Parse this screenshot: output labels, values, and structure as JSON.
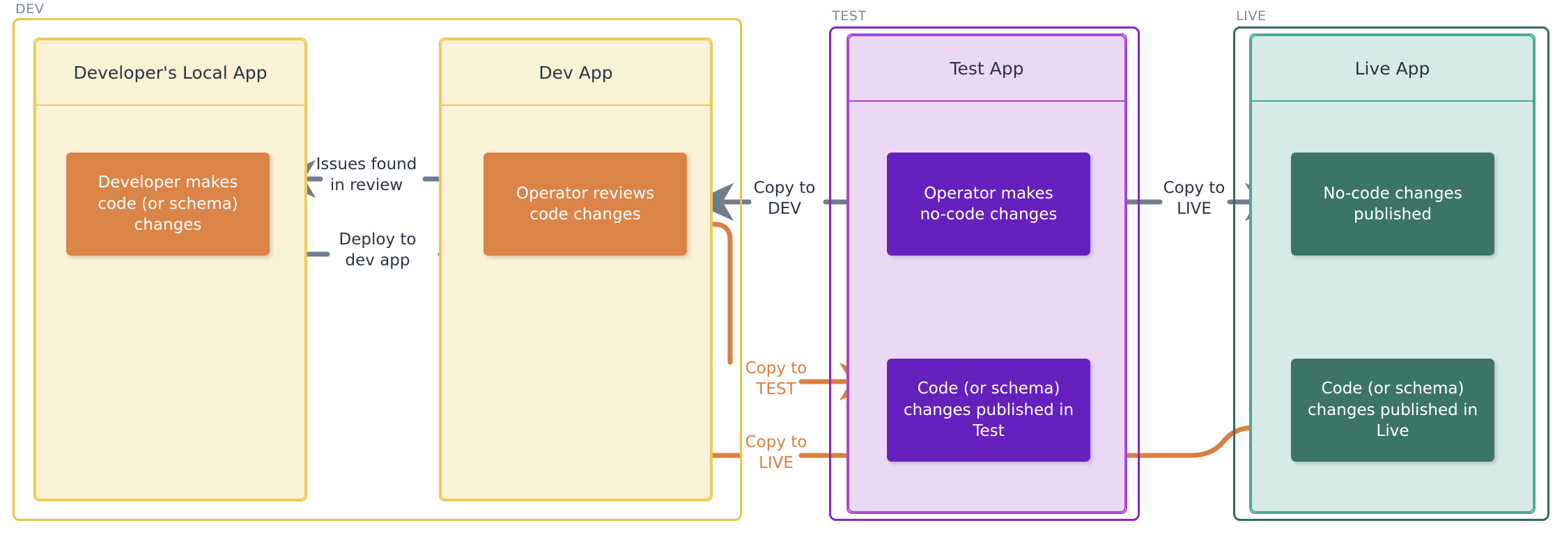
{
  "diagram": {
    "title": "DEV / TEST / LIVE environment change-promotion flow",
    "colors": {
      "dev_outer_border": "#EFC244",
      "dev_inner_border": "#EFC858",
      "dev_fill": "#FAF2D6",
      "orange_node": "#DA8447",
      "orange_line": "#D9803F",
      "test_outer_border": "#8B22C9",
      "test_inner_border": "#AA45DA",
      "test_fill": "#EBD8F5",
      "purple_node": "#6620BE",
      "live_outer_border": "#2F6D60",
      "live_inner_border": "#4FA795",
      "live_fill": "#D6EBE6",
      "green_node": "#3C7567",
      "gray_arrow": "#6E7C8C",
      "env_label_text": "#7A8694",
      "node_text": "#FFFFFF",
      "app_title_text": "#2C3440",
      "canvas": "#FFFFFF"
    },
    "environments": [
      {
        "id": "dev",
        "label": "DEV",
        "apps": [
          {
            "id": "dev-local-app",
            "title": "Developer's Local App",
            "nodes": [
              {
                "id": "dev-local-node",
                "label": "Developer makes\ncode (or schema)\nchanges"
              }
            ]
          },
          {
            "id": "dev-app",
            "title": "Dev App",
            "nodes": [
              {
                "id": "dev-review-node",
                "label": "Operator reviews\ncode changes"
              }
            ]
          }
        ]
      },
      {
        "id": "test",
        "label": "TEST",
        "apps": [
          {
            "id": "test-app",
            "title": "Test App",
            "nodes": [
              {
                "id": "test-nocode-node",
                "label": "Operator makes\nno-code changes"
              },
              {
                "id": "test-code-node",
                "label": "Code (or schema)\nchanges published in\nTest"
              }
            ]
          }
        ]
      },
      {
        "id": "live",
        "label": "LIVE",
        "apps": [
          {
            "id": "live-app",
            "title": "Live App",
            "nodes": [
              {
                "id": "live-nocode-node",
                "label": "No-code changes\npublished"
              },
              {
                "id": "live-code-node",
                "label": "Code (or schema)\nchanges published in\nLive"
              }
            ]
          }
        ]
      }
    ],
    "connectors": [
      {
        "id": "issues-found-in-review",
        "label": "Issues found\nin review",
        "style": "gray",
        "from": "dev-review-node",
        "to": "dev-local-node",
        "direction": "left"
      },
      {
        "id": "deploy-to-dev-app",
        "label": "Deploy to\ndev app",
        "style": "gray",
        "from": "dev-local-node",
        "to": "dev-review-node",
        "direction": "right"
      },
      {
        "id": "copy-to-dev",
        "label": "Copy to\nDEV",
        "style": "gray",
        "from": "test-nocode-node",
        "to": "dev-review-node",
        "direction": "left"
      },
      {
        "id": "copy-to-live-nocode",
        "label": "Copy to\nLIVE",
        "style": "gray",
        "from": "test-nocode-node",
        "to": "live-nocode-node",
        "direction": "right"
      },
      {
        "id": "copy-to-test",
        "label": "Copy to\nTEST",
        "style": "orange",
        "from": "dev-review-node",
        "to": "test-code-node",
        "direction": "right"
      },
      {
        "id": "copy-to-live-code",
        "label": "Copy to\nLIVE",
        "style": "orange",
        "from": "dev-review-node",
        "to": "live-code-node",
        "direction": "right"
      }
    ]
  }
}
